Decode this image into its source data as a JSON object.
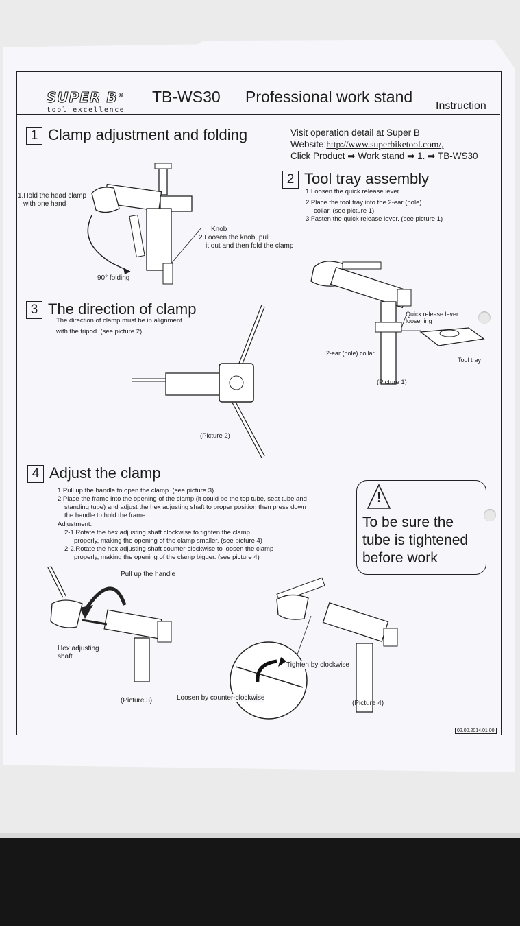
{
  "header": {
    "logo_brand": "SUPER B",
    "logo_reg": "®",
    "logo_tagline": "tool excellence",
    "model": "TB-WS30",
    "title": "Professional work stand",
    "subtitle": "Instruction"
  },
  "visit": {
    "line1": "Visit operation detail at Super B",
    "website_label": "Website:",
    "website_url": "http://www.superbiketool.com/,",
    "click_line": "Click Product ➡ Work stand ➡ 1. ➡ TB-WS30"
  },
  "section1": {
    "num": "1",
    "title": "Clamp adjustment and folding",
    "step1_a": "1.Hold the head clamp",
    "step1_b": "with one hand",
    "knob": "Knob",
    "step2_a": "2.Loosen the knob, pull",
    "step2_b": "it out and then fold the clamp",
    "folding": "90° folding"
  },
  "section2": {
    "num": "2",
    "title": "Tool tray assembly",
    "steps": [
      "1.Loosen the quick release lever.",
      "2.Place the tool tray into the 2-ear (hole)",
      "collar. (see picture 1)",
      "3.Fasten the quick release lever. (see picture 1)"
    ],
    "label_qr_a": "Quick release lever",
    "label_qr_b": "loosening",
    "label_collar": "2-ear (hole) collar",
    "label_tray": "Tool tray",
    "picture": "(Picture 1)"
  },
  "section3": {
    "num": "3",
    "title": "The direction of clamp",
    "line1": "The direction of clamp must be in alignment",
    "line2": "with the tripod. (see picture 2)",
    "picture": "(Picture 2)"
  },
  "section4": {
    "num": "4",
    "title": "Adjust the clamp",
    "lines": [
      "1.Pull up the handle to open the clamp. (see picture 3)",
      "2.Place the frame into the opening of the clamp (it could be the top tube, seat tube and",
      "standing tube) and adjust the hex adjusting shaft to proper position then press down",
      "the handle to hold the frame.",
      "Adjustment:",
      "2-1.Rotate the hex adjusting shaft clockwise to tighten the clamp",
      "properly, making the opening of the clamp smaller. (see picture 4)",
      "2-2.Rotate the hex adjusting shaft counter-clockwise to loosen the clamp",
      "properly, making the opening of the clamp bigger. (see picture 4)"
    ],
    "pull_handle": "Pull up the handle",
    "hex_a": "Hex adjusting",
    "hex_b": "shaft",
    "picture3": "(Picture 3)",
    "loosen": "Loosen by counter-clockwise",
    "tighten": "Tighten by clockwise",
    "picture4": "(Picture 4)"
  },
  "warning": {
    "symbol": "!",
    "line1": "To be sure the",
    "line2": "tube is tightened",
    "line3": "before work"
  },
  "footer": {
    "code": "02.00.2014.01.00"
  }
}
